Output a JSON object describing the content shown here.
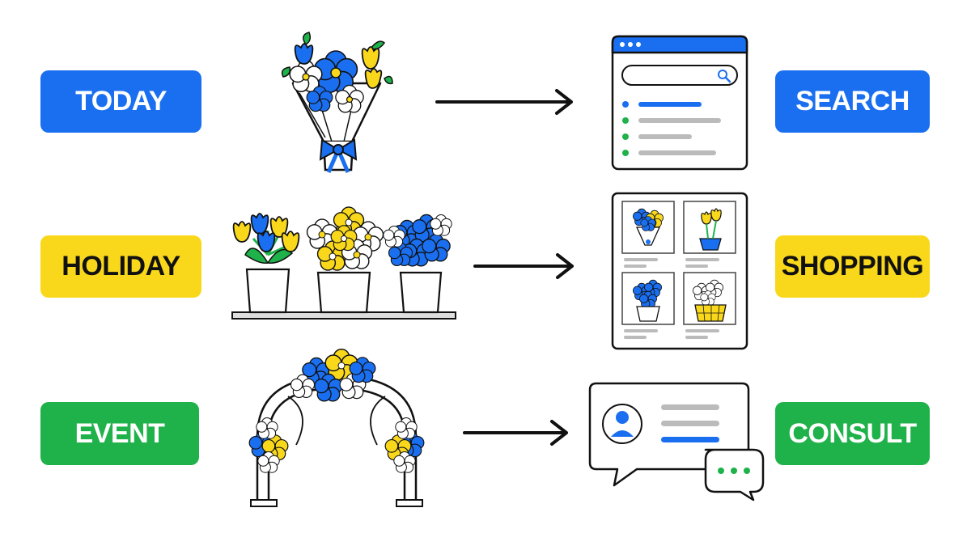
{
  "rows": [
    {
      "left_label": "TODAY",
      "right_label": "SEARCH"
    },
    {
      "left_label": "HOLIDAY",
      "right_label": "SHOPPING"
    },
    {
      "left_label": "EVENT",
      "right_label": "CONSULT"
    }
  ],
  "colors": {
    "blue": "#1a6ff0",
    "yellow": "#f9d81c",
    "green": "#1fb24a",
    "outline": "#111111"
  },
  "icons": [
    "bouquet-icon",
    "potted-flowers-icon",
    "flower-arch-icon",
    "search-window-icon",
    "product-grid-icon",
    "consult-chat-icon",
    "arrow-right-icon"
  ]
}
